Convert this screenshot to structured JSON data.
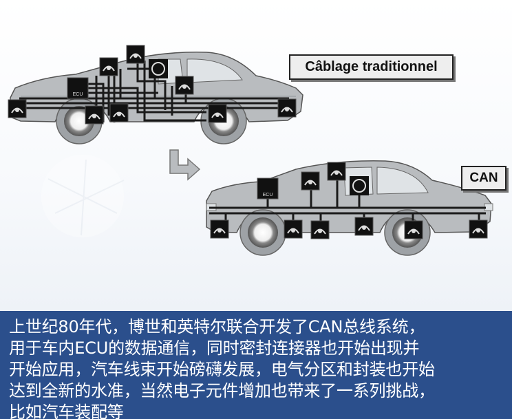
{
  "labels": {
    "traditional": "Câblage traditionnel",
    "can": "CAN",
    "ecu": "ECU"
  },
  "caption": {
    "lines": [
      "上世纪80年代，博世和英特尔联合开发了CAN总线系统，",
      "用于车内ECU的数据通信，同时密封连接器也开始出现并",
      "开始应用，汽车线束开始磅礴发展，电气分区和封装也开始",
      "达到全新的水准，当然电子元件增加也带来了一系列挑战，",
      "比如汽车装配等"
    ]
  },
  "colors": {
    "car_body": "#b9bcbf",
    "wiring": "#1a1a1a",
    "caption_bg": "#2b4f8c",
    "caption_text": "#ffffff"
  }
}
